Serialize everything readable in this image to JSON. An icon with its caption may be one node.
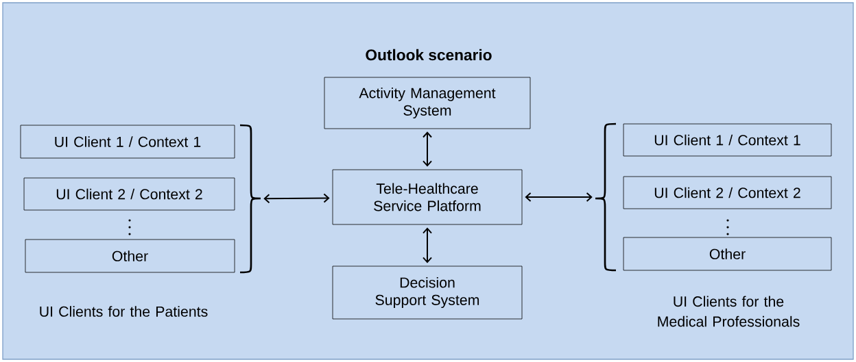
{
  "diagram": {
    "title": "Outlook scenario",
    "nodes": [
      {
        "text": [
          "Activity Management System"
        ]
      },
      {
        "text": [
          "UI Client 1 / Context 1"
        ]
      },
      {
        "text": [
          "UI Client 2 / Context 2"
        ]
      },
      {
        "text": [
          "Other"
        ]
      },
      {
        "text": [
          "Tele-Healthcare Service Platform"
        ]
      },
      {
        "text": [
          "UI Client 1 / Context 1"
        ]
      },
      {
        "text": [
          "UI Client 2 / Context 2"
        ]
      },
      {
        "text": [
          "Other"
        ]
      },
      {
        "text": [
          "Decision Support System"
        ]
      },
      {
        "text": [],
        "shape": "bracket"
      },
      {
        "text": [],
        "shape": "bracket"
      }
    ],
    "edges": [
      {
        "from": 0,
        "to": 4,
        "arrow": "both"
      },
      {
        "from": 9,
        "to": 4,
        "arrow": "both"
      },
      {
        "from": 4,
        "to": 10,
        "arrow": "both"
      },
      {
        "from": 4,
        "to": 8,
        "arrow": "both"
      }
    ],
    "labels": [
      "UI Clients for the Patients",
      "UI Clients for the Medical Professionals"
    ]
  }
}
